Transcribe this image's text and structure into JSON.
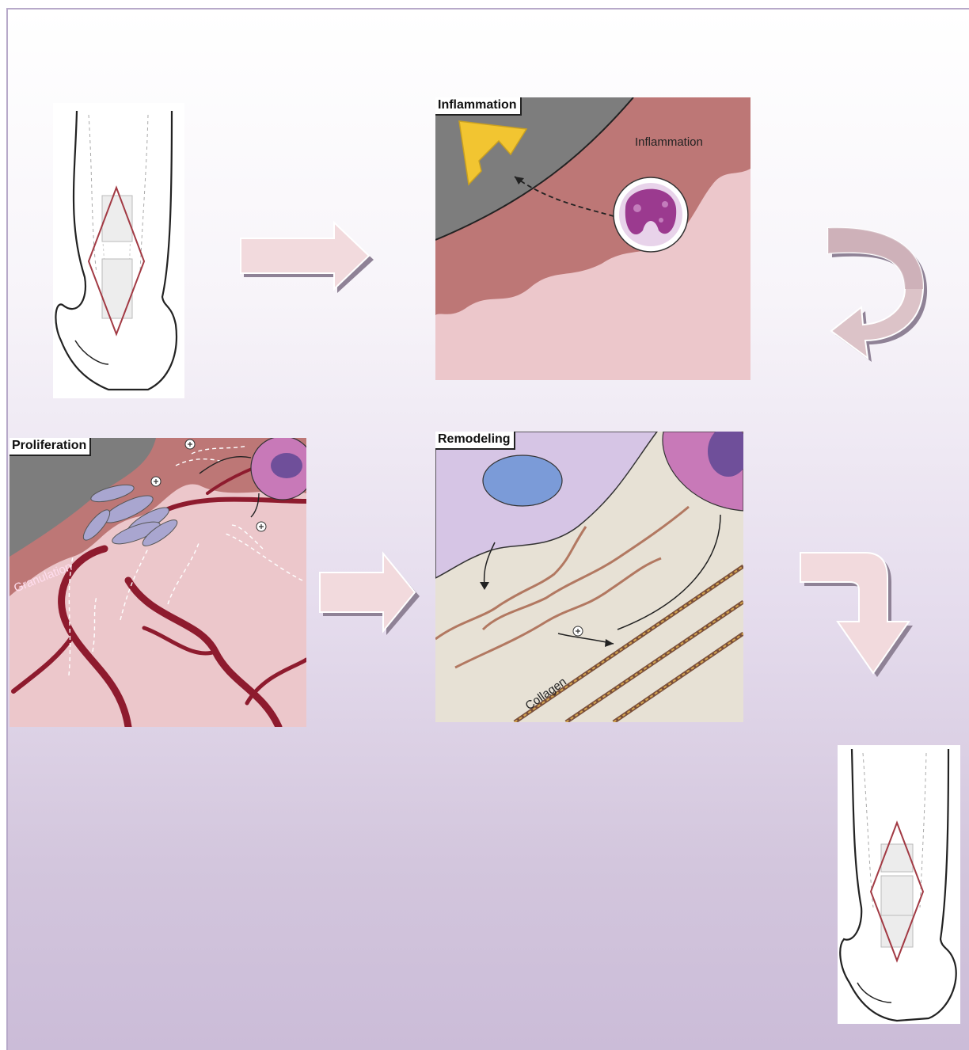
{
  "panels": {
    "inflammation": {
      "title": "Inflammation",
      "inner_label": "Inflammation"
    },
    "proliferation": {
      "title": "Proliferation",
      "inner_label": "Granulation"
    },
    "remodeling": {
      "title": "Remodeling",
      "inner_label": "Collagen"
    }
  },
  "colors": {
    "background_top": "#ffffff",
    "background_bottom": "#cbbcd8",
    "frame_border": "#b7a9c9",
    "wound_tissue": "#bd7776",
    "healthy_tissue": "#ecc7cb",
    "dark_region": "#7d7d7d",
    "blood_vessel": "#8e1b2e",
    "arrow_fill": "#f2dadd",
    "arrow_shadow": "#8f8296",
    "arrow_yellow": "#f2c531",
    "collagen_bg": "#e7e1d5",
    "fibroblast": "#d6c5e5",
    "nucleus_blue": "#7b9bd8",
    "neutrophil": "#9b3a8f"
  },
  "icons": {
    "plus_marker": "plus-circle-icon",
    "flow_arrow": "block-arrow-icon"
  }
}
